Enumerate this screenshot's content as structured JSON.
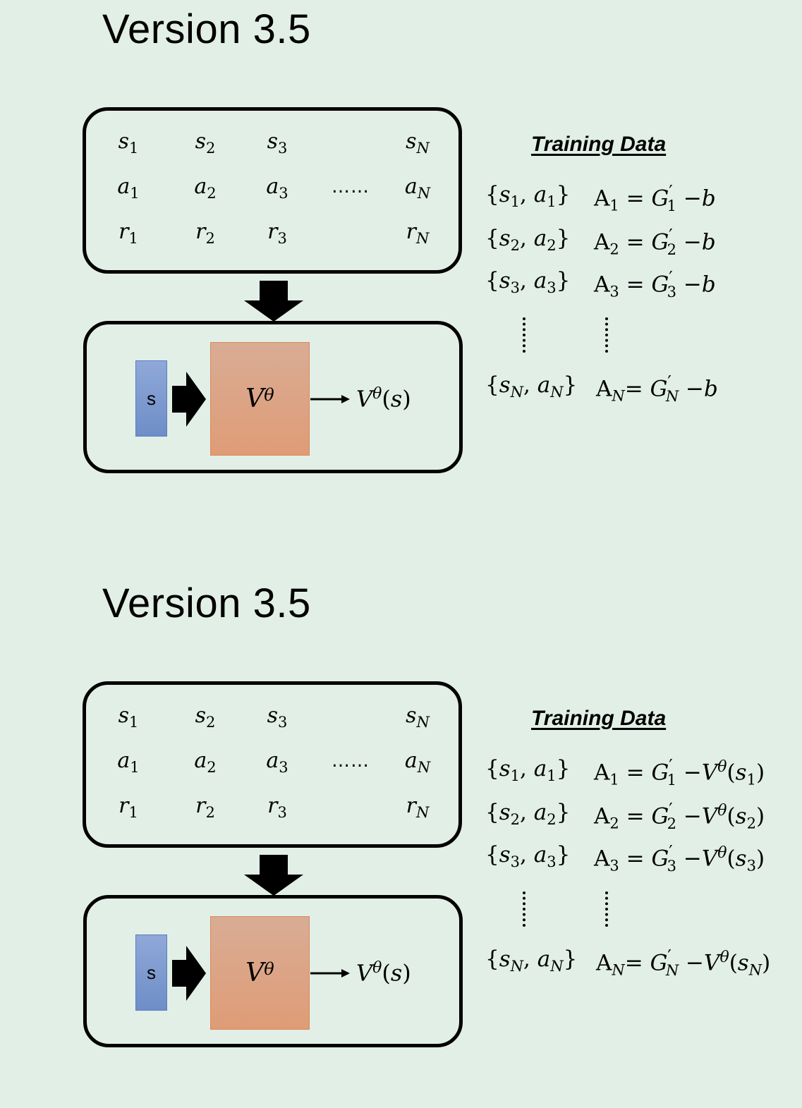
{
  "panels": [
    {
      "title": "Version 3.5",
      "episode": {
        "states": [
          "s1",
          "s2",
          "s3",
          "sN"
        ],
        "actions": [
          "a1",
          "a2",
          "a3",
          "aN"
        ],
        "rewards": [
          "r1",
          "r2",
          "r3",
          "rN"
        ],
        "ellipsis": "……"
      },
      "network": {
        "input_label": "s",
        "model_label": "Vθ",
        "output_label": "Vθ(s)"
      },
      "training_data": {
        "title": "Training Data",
        "rows": [
          {
            "pair": "{s1,a1}",
            "advantage": "A1 = G'1 −b"
          },
          {
            "pair": "{s2,a2}",
            "advantage": "A2 = G'2 −b"
          },
          {
            "pair": "{s3,a3}",
            "advantage": "A3 = G'3 −b"
          },
          {
            "pair": "{sN,aN}",
            "advantage": "AN= G'N −b"
          }
        ]
      }
    },
    {
      "title": "Version 3.5",
      "episode": {
        "states": [
          "s1",
          "s2",
          "s3",
          "sN"
        ],
        "actions": [
          "a1",
          "a2",
          "a3",
          "aN"
        ],
        "rewards": [
          "r1",
          "r2",
          "r3",
          "rN"
        ],
        "ellipsis": "……"
      },
      "network": {
        "input_label": "s",
        "model_label": "Vθ",
        "output_label": "Vθ(s)"
      },
      "training_data": {
        "title": "Training Data",
        "rows": [
          {
            "pair": "{s1,a1}",
            "advantage": "A1 = G'1 −Vθ(s1)"
          },
          {
            "pair": "{s2,a2}",
            "advantage": "A2 = G'2 −Vθ(s2)"
          },
          {
            "pair": "{s3,a3}",
            "advantage": "A3 = G'3 −Vθ(s3)"
          },
          {
            "pair": "{sN,aN}",
            "advantage": "AN= G'N −Vθ(sN)"
          }
        ]
      }
    }
  ],
  "colors": {
    "background": "#e2efe7",
    "state_box": "#7f9bd0",
    "model_box": "#dda385"
  }
}
